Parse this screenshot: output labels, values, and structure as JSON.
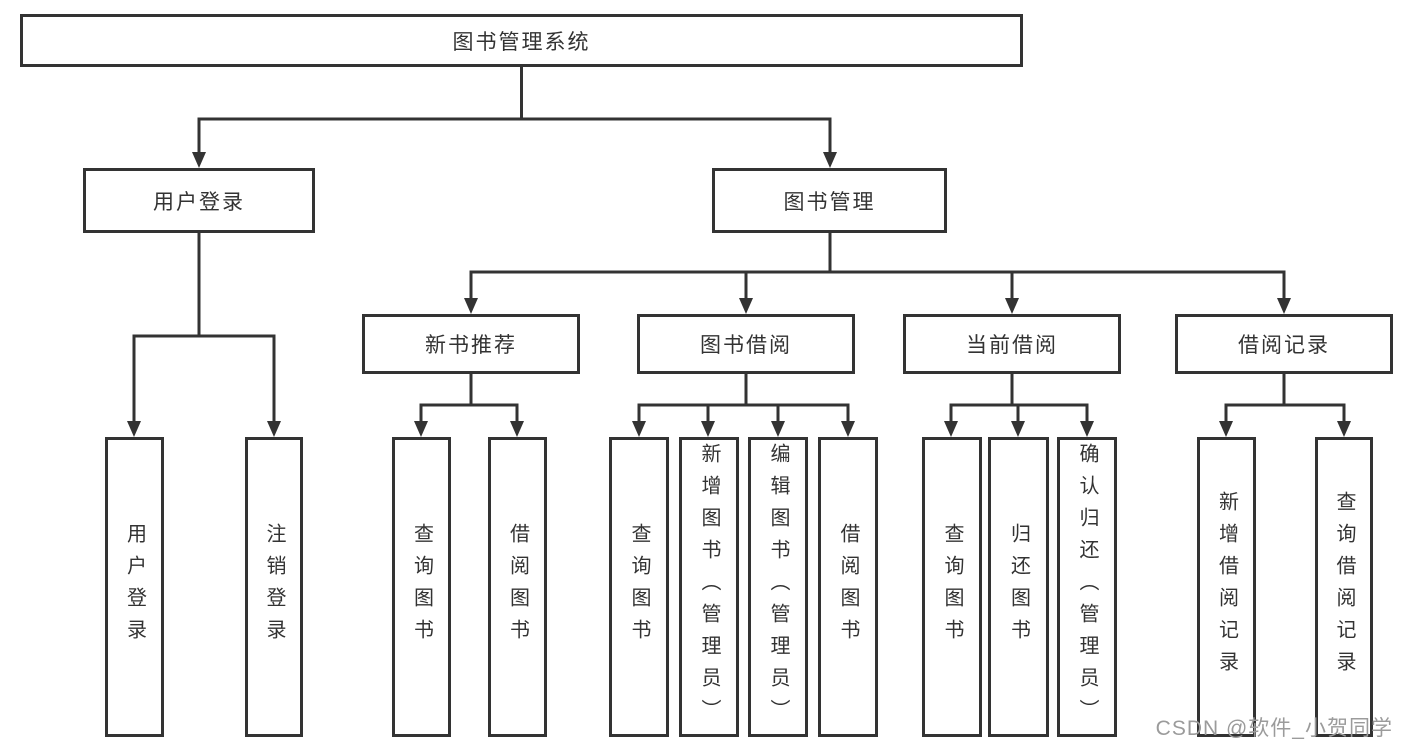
{
  "tree": {
    "label": "图书管理系统",
    "children": [
      {
        "label": "用户登录",
        "children": [
          {
            "label": "用户登录"
          },
          {
            "label": "注销登录"
          }
        ]
      },
      {
        "label": "图书管理",
        "children": [
          {
            "label": "新书推荐",
            "children": [
              {
                "label": "查询图书"
              },
              {
                "label": "借阅图书"
              }
            ]
          },
          {
            "label": "图书借阅",
            "children": [
              {
                "label": "查询图书"
              },
              {
                "label": "新增图书（管理员）"
              },
              {
                "label": "编辑图书（管理员）"
              },
              {
                "label": "借阅图书"
              }
            ]
          },
          {
            "label": "当前借阅",
            "children": [
              {
                "label": "查询图书"
              },
              {
                "label": "归还图书"
              },
              {
                "label": "确认归还（管理员）"
              }
            ]
          },
          {
            "label": "借阅记录",
            "children": [
              {
                "label": "新增借阅记录"
              },
              {
                "label": "查询借阅记录"
              }
            ]
          }
        ]
      }
    ]
  },
  "watermark": {
    "text": "CSDN @软件_小贺同学"
  },
  "colors": {
    "line": "#333333",
    "box_border": "#333333",
    "text": "#333333",
    "watermark_text": "#9b9b9b",
    "background": "#ffffff"
  }
}
